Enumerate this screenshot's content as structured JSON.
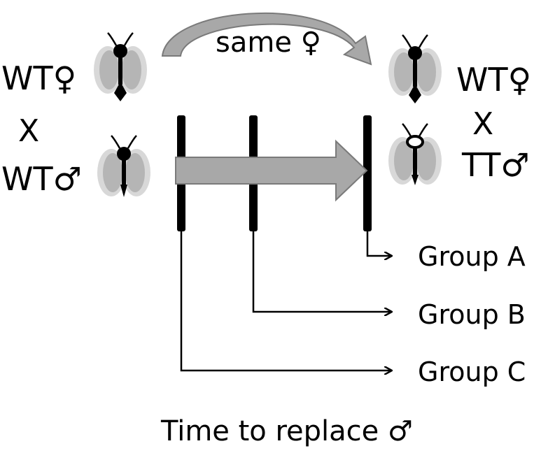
{
  "left_pair": {
    "female_label": "WT♀",
    "cross_symbol": "X",
    "male_label": "WT♂"
  },
  "right_pair": {
    "female_label": "WT♀",
    "cross_symbol": "X",
    "male_label": "TT♂"
  },
  "top_arrow_label": "same ♀",
  "groups": [
    "Group A",
    "Group B",
    "Group C"
  ],
  "caption": "Time to replace ♂",
  "colors": {
    "arrow_fill": "#a8a8a8",
    "arrow_stroke": "#7a7a7a",
    "wing_fill": "#b5b5b5",
    "wing_outer": "#d8d8d8",
    "line": "#000000"
  },
  "icons": [
    "fly-female-icon",
    "fly-male-icon",
    "fly-transgenic-male-icon"
  ]
}
